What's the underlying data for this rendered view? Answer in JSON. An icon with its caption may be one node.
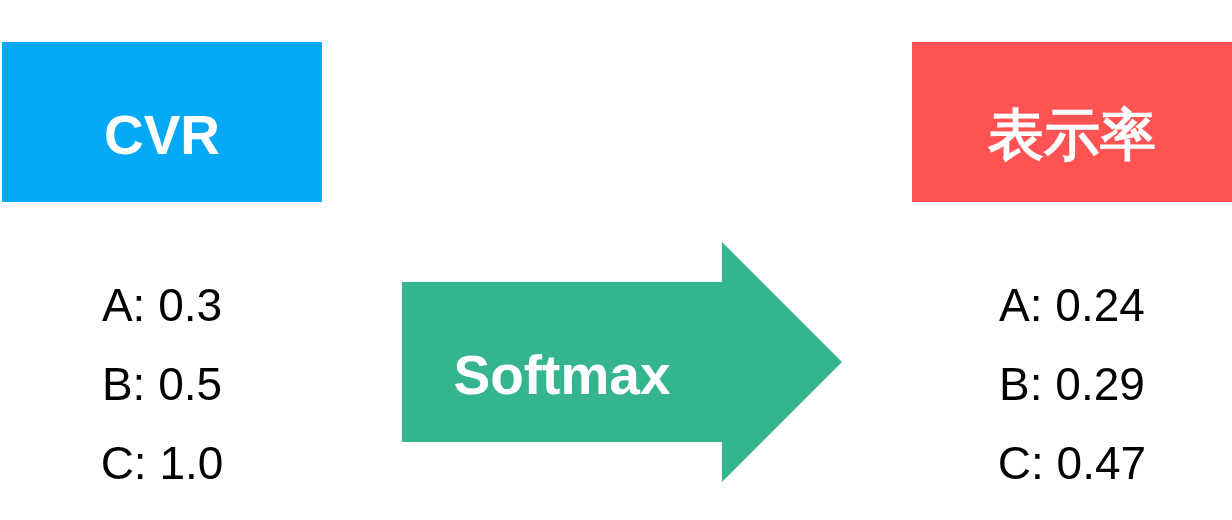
{
  "diagram": {
    "nodes": [
      {
        "text": [
          "CVR"
        ]
      },
      {
        "text": [
          "A: 0.3",
          "B: 0.5",
          "C: 1.0"
        ]
      },
      {
        "text": [
          "表示率"
        ]
      },
      {
        "text": [
          "A: 0.24",
          "B: 0.29",
          "C: 0.47"
        ]
      }
    ],
    "edges": [
      {
        "from": 1,
        "to": 3,
        "arrow": "to",
        "label": "Softmax"
      }
    ]
  }
}
